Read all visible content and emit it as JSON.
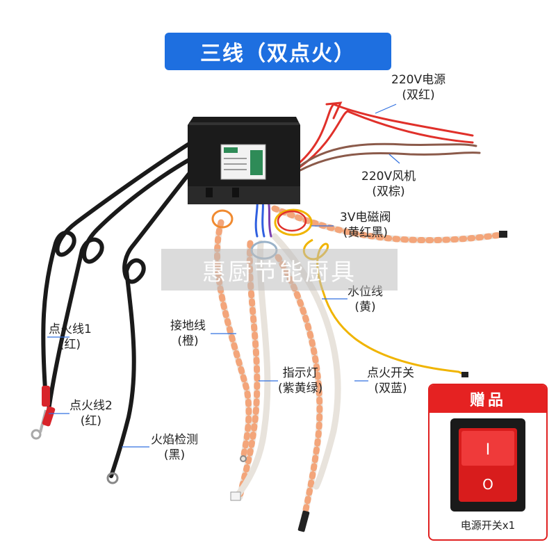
{
  "title": "三线（双点火）",
  "watermark": "惠厨节能厨具",
  "labels": {
    "power_220v": {
      "line1": "220V电源",
      "line2": "(双红)"
    },
    "fan_220v": {
      "line1": "220V风机",
      "line2": "(双棕)"
    },
    "valve_3v": {
      "line1": "3V电磁阀",
      "line2": "(黄红黑)"
    },
    "water_level": {
      "line1": "水位线",
      "line2": "(黄)"
    },
    "ignition_wire_1": {
      "line1": "点火线1",
      "line2": "(红)"
    },
    "ignition_wire_2": {
      "line1": "点火线2",
      "line2": "(红)"
    },
    "ground_wire": {
      "line1": "接地线",
      "line2": "(橙)"
    },
    "indicator_light": {
      "line1": "指示灯",
      "line2": "(紫黄绿)"
    },
    "ignition_switch": {
      "line1": "点火开关",
      "line2": "(双蓝)"
    },
    "flame_detect": {
      "line1": "火焰检测",
      "line2": "(黑)"
    }
  },
  "gift": {
    "header": "赠品",
    "caption": "电源开关x1",
    "switch_marks": {
      "on": "I",
      "off": "O"
    }
  },
  "colors": {
    "title_bg": "#1e6fe0",
    "gift_red": "#e52222",
    "wire_red": "#e0302a",
    "wire_brown": "#8b5a4a",
    "wire_black": "#1a1a1a",
    "wire_yellow": "#f0b400",
    "wire_orange": "#f08a30",
    "wire_blue": "#3060e0"
  }
}
